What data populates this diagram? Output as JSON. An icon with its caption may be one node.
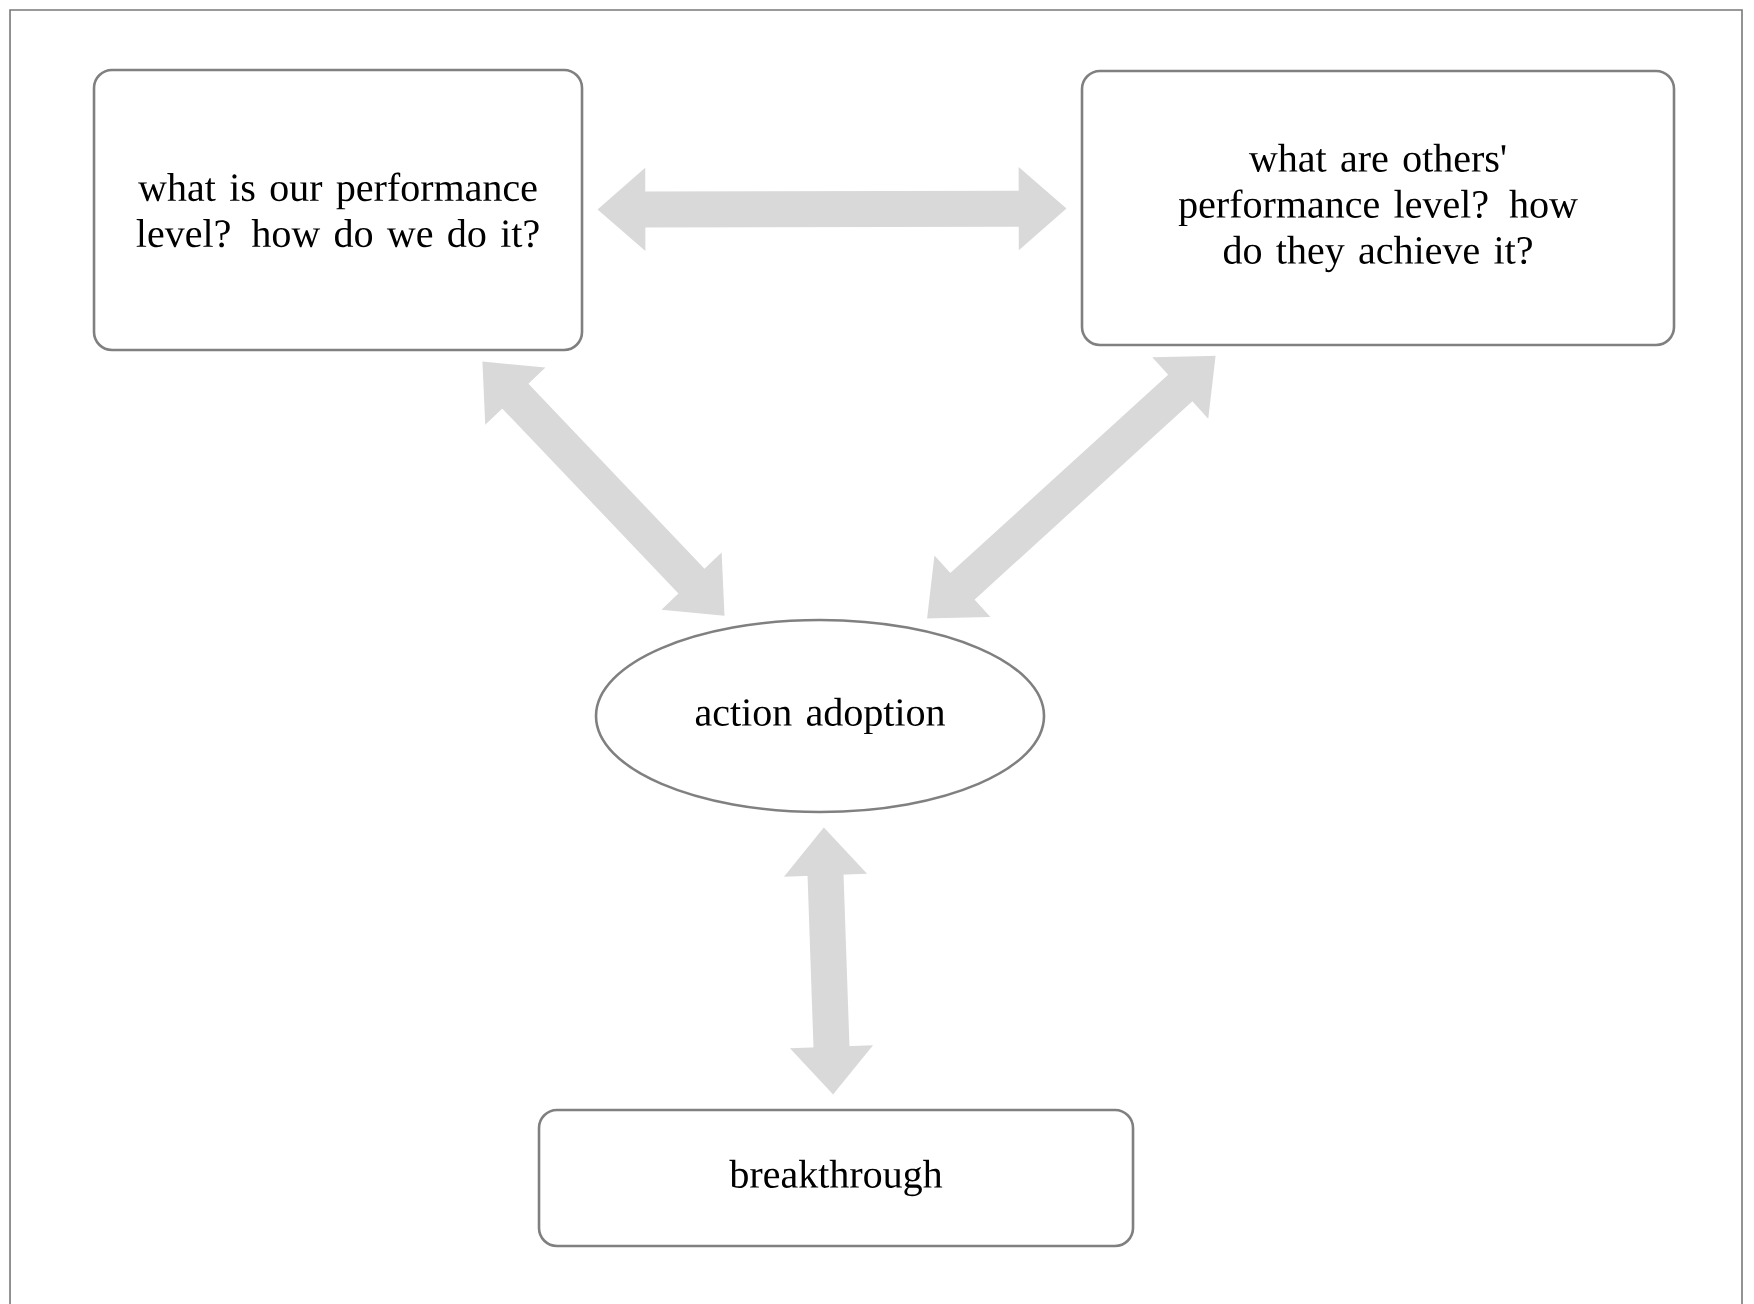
{
  "diagram": {
    "nodes": [
      {
        "text": [
          "what is our performance level? how do we do it?"
        ]
      },
      {
        "text": [
          "what are others' performance level? how do they achieve it?"
        ]
      },
      {
        "text": [
          "action adoption"
        ]
      },
      {
        "text": [
          "breakthrough"
        ]
      }
    ],
    "edges": [
      {
        "from": 0,
        "to": 1,
        "arrow": "both"
      },
      {
        "from": 0,
        "to": 2,
        "arrow": "both"
      },
      {
        "from": 1,
        "to": 2,
        "arrow": "both"
      },
      {
        "from": 2,
        "to": 3,
        "arrow": "both"
      }
    ]
  }
}
